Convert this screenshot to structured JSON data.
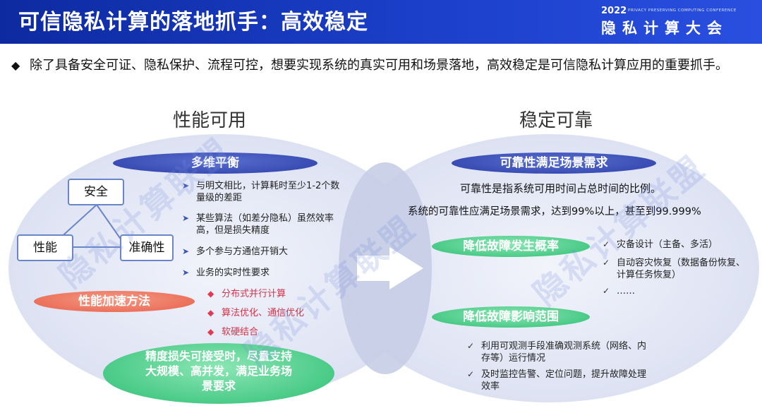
{
  "header": {
    "title": "可信隐私计算的落地抓手：高效稳定",
    "conf_year": "2022",
    "conf_subtitle": "PRIVACY PRESERVING COMPUTING CONFERENCE",
    "conf_name": "隐私计算大会"
  },
  "intro": {
    "bullet": "◆",
    "text": "除了具备安全可证、隐私保护、流程可控，想要实现系统的真实可用和场景落地，高效稳定是可信隐私计算应用的重要抓手。"
  },
  "left": {
    "title": "性能可用",
    "balance_label": "多维平衡",
    "triangle": {
      "safety": "安全",
      "performance": "性能",
      "accuracy": "准确性"
    },
    "points": [
      "与明文相比，计算耗时至少1-2个数量级的差距",
      "某些算法（如差分隐私）虽然效率高，但是损失精度",
      "多个参与方通信开销大",
      "业务的实时性要求"
    ],
    "speed_label": "性能加速方法",
    "methods": [
      "分布式并行计算",
      "算法优化、通信优化",
      "软硬结合"
    ],
    "precision_label": "精度损失可接受时，尽量支持大规模、高并发，满足业务场景要求"
  },
  "right": {
    "title": "稳定可靠",
    "reliability_label": "可靠性满足场景需求",
    "definition": "可靠性是指系统可用时间占总时间的比例。",
    "requirement": "系统的可靠性应满足场景需求，达到99%以上，甚至到99.999%",
    "lower_failure_label": "降低故障发生概率",
    "lower_failure_items": [
      "灾备设计（主备、多活）",
      "自动容灾恢复（数据备份恢复、计算任务恢复）",
      "……"
    ],
    "impact_label": "降低故障影响范围",
    "impact_items": [
      "利用可观测手段准确观测系统（网络、内存等）运行情况",
      "及时监控告警、定位问题，提升故障处理效率"
    ]
  },
  "watermark": "隐私计算联盟",
  "icons": {
    "arrow": "right-arrow-icon",
    "point_marker": "chevron-right-icon",
    "method_marker": "diamond-icon",
    "check_marker": "check-icon"
  },
  "colors": {
    "header_bg": "#1b3fc9",
    "pill_blue": "#2c3ea8",
    "pill_orange": "#e8604a",
    "pill_green": "#2fbf74",
    "method_text": "#d0344a"
  }
}
